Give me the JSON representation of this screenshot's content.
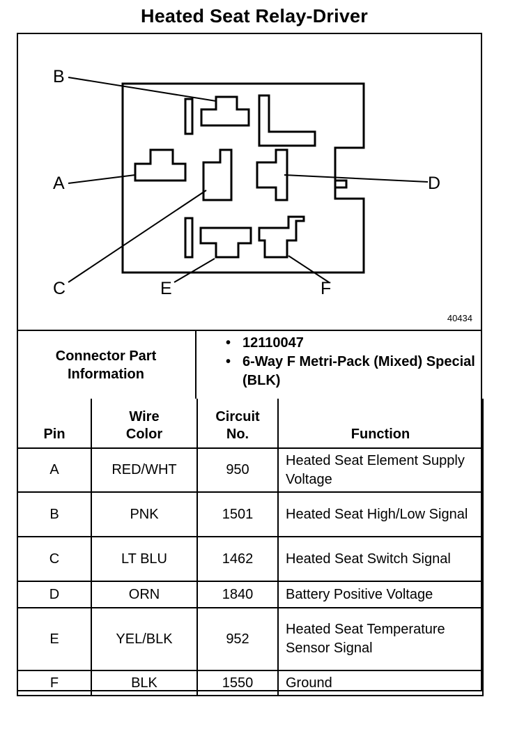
{
  "title": "Heated Seat Relay-Driver",
  "diagram": {
    "labels": {
      "A": "A",
      "B": "B",
      "C": "C",
      "D": "D",
      "E": "E",
      "F": "F"
    },
    "figure_number": "40434"
  },
  "connector_info": {
    "heading": "Connector Part Information",
    "items": [
      "12110047",
      "6-Way F Metri-Pack (Mixed) Special (BLK)"
    ]
  },
  "table": {
    "headers": {
      "pin": "Pin",
      "wire_color": "Wire Color",
      "circuit_no": "Circuit No.",
      "function": "Function"
    },
    "rows": [
      {
        "pin": "A",
        "wire_color": "RED/WHT",
        "circuit": "950",
        "function": "Heated Seat Element Supply Voltage"
      },
      {
        "pin": "B",
        "wire_color": "PNK",
        "circuit": "1501",
        "function": "Heated Seat High/Low Signal"
      },
      {
        "pin": "C",
        "wire_color": "LT BLU",
        "circuit": "1462",
        "function": "Heated Seat Switch Signal"
      },
      {
        "pin": "D",
        "wire_color": "ORN",
        "circuit": "1840",
        "function": "Battery Positive Voltage"
      },
      {
        "pin": "E",
        "wire_color": "YEL/BLK",
        "circuit": "952",
        "function": "Heated Seat Temperature Sensor Signal"
      },
      {
        "pin": "F",
        "wire_color": "BLK",
        "circuit": "1550",
        "function": "Ground"
      }
    ]
  }
}
